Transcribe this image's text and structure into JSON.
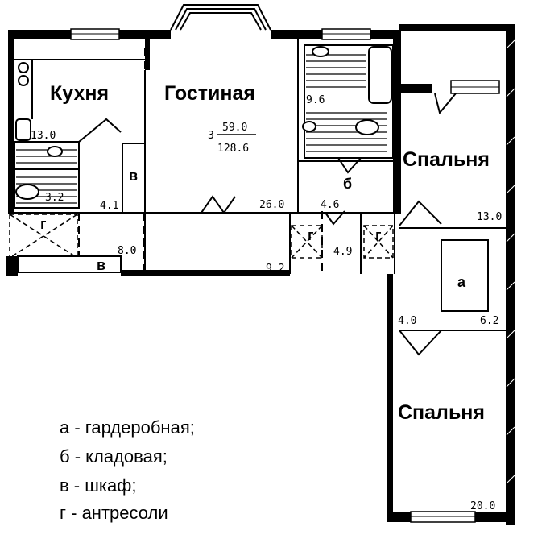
{
  "rooms": {
    "kitchen": "Кухня",
    "living": "Гостиная",
    "bedroom1": "Спальня",
    "bedroom2": "Спальня"
  },
  "summary": {
    "rooms": "3",
    "living_area": "59.0",
    "total_area": "128.6"
  },
  "areas": {
    "kitchen": "13.0",
    "bath": "9.6",
    "wc": "3.2",
    "corridor_left": "4.1",
    "hall": "8.0",
    "living": "26.0",
    "hall_mid": "4.6",
    "corridor_bottom": "9.2",
    "corridor_right": "4.9",
    "bedroom1": "13.0",
    "corridor_v": "4.0",
    "wardrobe": "6.2",
    "bedroom2": "20.0"
  },
  "letters": {
    "wardrobe": "а",
    "pantry": "б",
    "closet1": "в",
    "closet2": "в",
    "mezz1": "г",
    "mezz2": "г",
    "mezz3": "г"
  },
  "legend": [
    "а - гардеробная;",
    "б - кладовая;",
    "в - шкаф;",
    "г - антресоли"
  ]
}
